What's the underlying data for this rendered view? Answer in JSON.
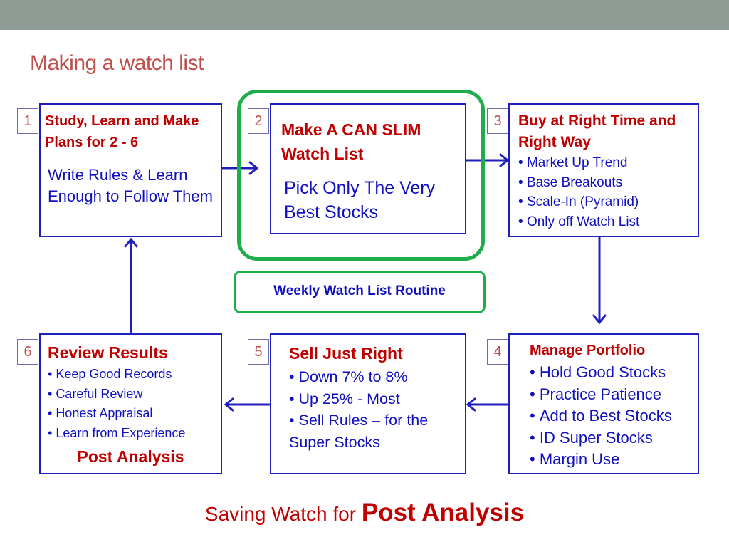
{
  "slide": {
    "title": "Making a watch list"
  },
  "steps": {
    "s1": {
      "number": "1",
      "heading": "Study, Learn and Make Plans for 2 - 6",
      "body": "Write Rules & Learn Enough to Follow Them"
    },
    "s2": {
      "number": "2",
      "heading": "Make A CAN SLIM Watch List",
      "body": "Pick Only The Very Best Stocks"
    },
    "s3": {
      "number": "3",
      "heading": "Buy at Right Time and Right Way",
      "bullets": [
        "Market Up Trend",
        "Base Breakouts",
        "Scale-In (Pyramid)",
        "Only off Watch List"
      ]
    },
    "s4": {
      "number": "4",
      "heading": "Manage Portfolio",
      "bullets": [
        "Hold Good Stocks",
        "Practice Patience",
        "Add to Best Stocks",
        "ID Super Stocks",
        "Margin Use"
      ]
    },
    "s5": {
      "number": "5",
      "heading": "Sell Just Right",
      "bullets": [
        "Down 7% to 8%",
        "Up 25% - Most",
        "Sell Rules – for the Super Stocks"
      ]
    },
    "s6": {
      "number": "6",
      "heading": "Review Results",
      "bullets": [
        "Keep Good Records",
        "Careful Review",
        "Honest Appraisal",
        "Learn from Experience"
      ],
      "footer": "Post Analysis"
    }
  },
  "routine": {
    "label": "Weekly Watch List Routine"
  },
  "caption": {
    "prefix": "Saving Watch for ",
    "emphasis": "Post Analysis"
  },
  "colors": {
    "accent_red": "#c00000",
    "title_red": "#c0504d",
    "box_blue": "#1f1fbf",
    "text_blue": "#1010c0",
    "highlight_green": "#1fad4b",
    "topbar_gray": "#8e9b95"
  }
}
